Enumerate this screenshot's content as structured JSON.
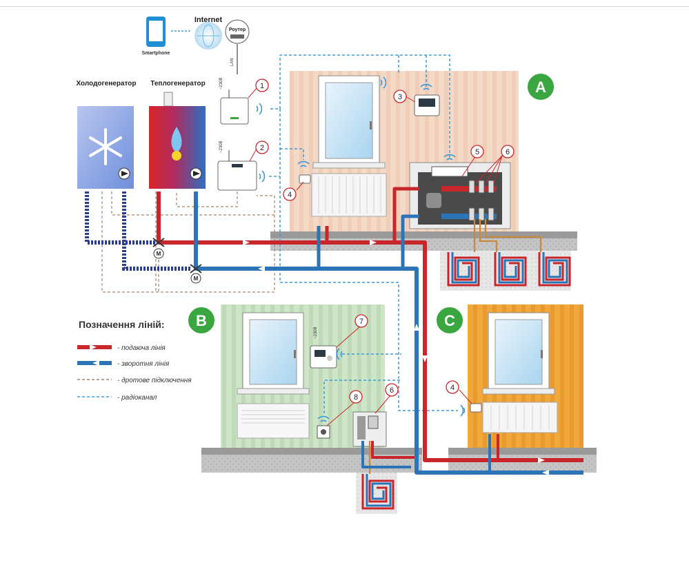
{
  "network": {
    "smartphone_label": "Smartphone",
    "internet_label": "Internet",
    "router_label": "Роутер",
    "lan_label": "LAN"
  },
  "generators": {
    "cold_label": "Холодогенератор",
    "heat_label": "Теплогенератор"
  },
  "power": {
    "label_1": "~230В",
    "label_2": "~230В",
    "label_7": "~230В"
  },
  "callouts": [
    "1",
    "2",
    "3",
    "4",
    "5",
    "6",
    "4",
    "6",
    "7",
    "8"
  ],
  "zones": {
    "a": "A",
    "b": "B",
    "c": "C"
  },
  "valve_label": "M",
  "legend": {
    "title": "Позначення ліній:",
    "items": [
      {
        "key": "supply",
        "label": "- подаюча лінія"
      },
      {
        "key": "return",
        "label": "- зворотня лінія"
      },
      {
        "key": "wired",
        "label": "- дротове підключення"
      },
      {
        "key": "radio",
        "label": "- радіоканал"
      }
    ]
  },
  "colors": {
    "supply": "#c8262a",
    "return": "#2b74b8",
    "wired": "#a0826b",
    "radio": "#3a9ad9",
    "zone_badge": "#3aa63f",
    "wall_a": "#f4d9c6",
    "wall_b": "#cfe5c8",
    "wall_c": "#f0a83c",
    "floor": "#b8b8b8"
  }
}
